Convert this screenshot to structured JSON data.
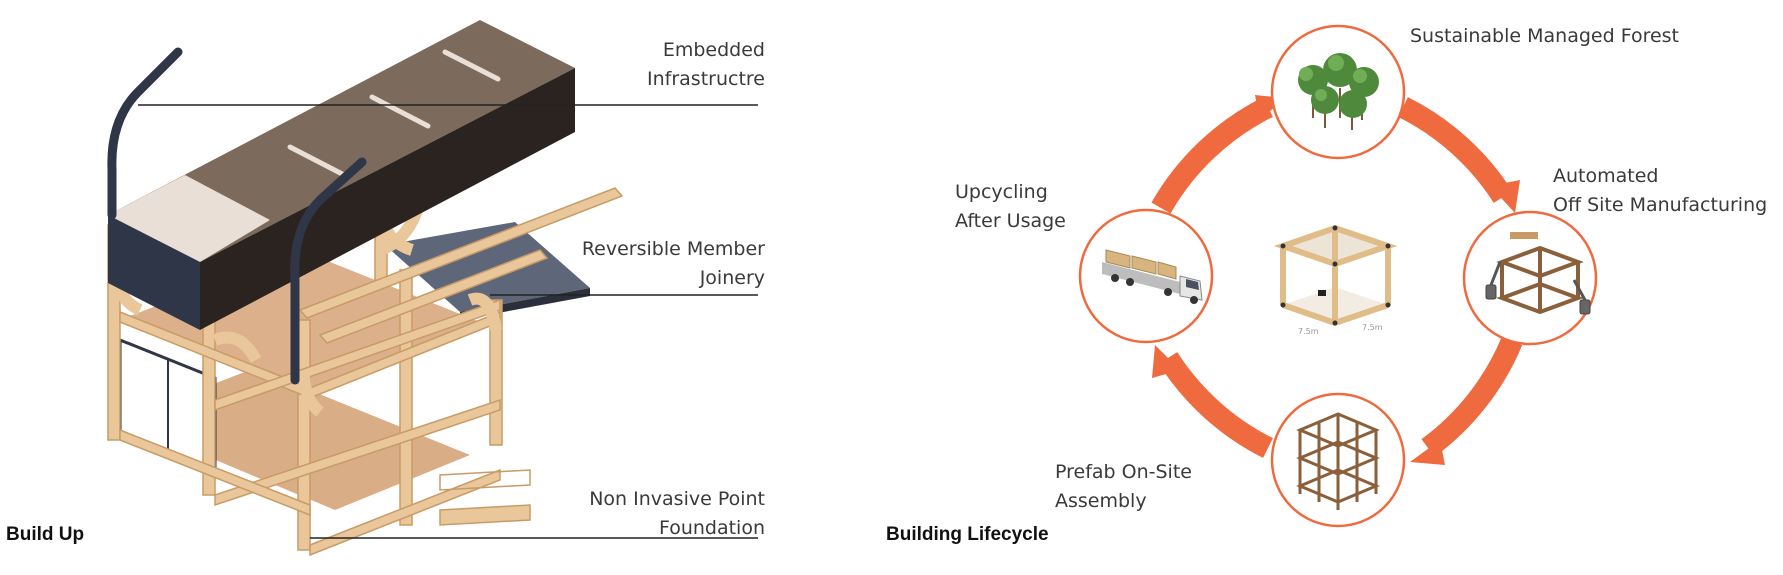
{
  "build_up": {
    "title": "Build Up",
    "labels": {
      "embedded": [
        "Embedded",
        "Infrastructre"
      ],
      "joinery": [
        "Reversible Member",
        "Joinery"
      ],
      "foundation": [
        "Non Invasive Point",
        "Foundation"
      ]
    }
  },
  "lifecycle": {
    "title": "Building Lifecycle",
    "stages": {
      "forest": [
        "Sustainable Managed Forest"
      ],
      "manufacturing": [
        "Automated",
        "Off Site Manufacturing"
      ],
      "assembly": [
        "Prefab On-Site",
        "Assembly"
      ],
      "upcycling": [
        "Upcycling",
        "After Usage"
      ]
    },
    "center_dims": [
      "7.5m",
      "7.5m"
    ]
  },
  "colors": {
    "cycle_ring": "#ef6a3f",
    "circle_stroke": "#ef6a3f",
    "timber": "#e9c79a",
    "timber_dark": "#c89b66",
    "roof_top": "#7c6a5c",
    "roof_side": "#2b2320",
    "panel_navy": "#2f3648",
    "panel_light": "#e9dfd7",
    "floor": "#dcb08a",
    "slate": "#5e6679",
    "tree_green": "#4f8a3c"
  }
}
